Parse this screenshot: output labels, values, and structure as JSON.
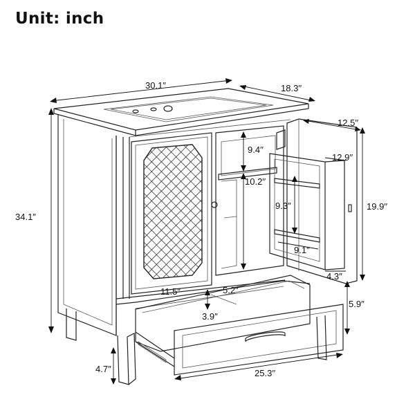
{
  "title": "Unit: inch",
  "dimensions": {
    "top_width": "30.1″",
    "top_depth": "18.3′′",
    "height": "34.1″",
    "shelf_depth": "12.5′′",
    "shelf_gap_top": "9.4′′",
    "interior_height": "10.2′′",
    "rack_width": "12.9′′",
    "rack_shelf_gap": "9.3″",
    "rack_inner_width": "9.1″",
    "door_height": "19.9′′",
    "rack_depth": "4.3″",
    "drawer_depth": "11.5″",
    "drawer_divider": "5.2″",
    "drawer_inner_height": "3.9″",
    "drawer_height": "5.9″",
    "drawer_width": "25.3′′",
    "leg_height": "4.7″"
  },
  "icons": [
    "faucet-holes-icon",
    "lattice-panel-icon",
    "door-knob-icon",
    "drawer-handle-icon",
    "hinge-icon"
  ]
}
